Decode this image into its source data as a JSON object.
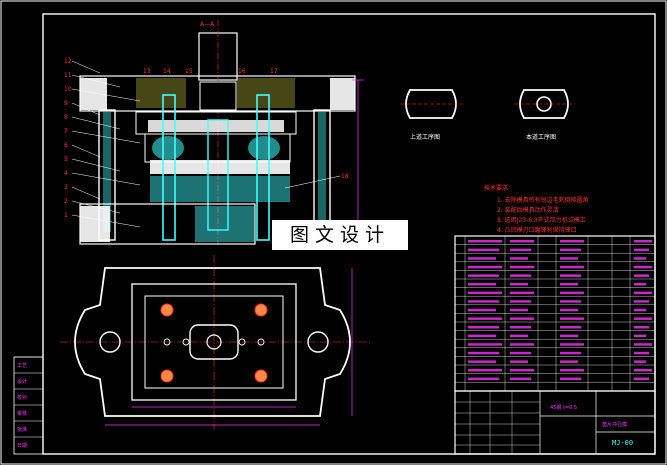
{
  "drawing": {
    "section_label": "A—A",
    "callouts_left": [
      "12",
      "11",
      "10",
      "9",
      "8",
      "7",
      "6",
      "5",
      "4",
      "3",
      "2",
      "1"
    ],
    "callouts_top": [
      "13",
      "14",
      "15",
      "16",
      "17"
    ],
    "callout_right": "18"
  },
  "process": {
    "top_label": "上道工序图",
    "current_label": "本道工序图"
  },
  "tech_req": {
    "title": "技术要求",
    "items": [
      "1. 去除模具所有锐边毛刺倒棱圆角",
      "2. 装配后模具动作灵活",
      "3. 选用J23-6.3开式压力机试模工",
      "4. 凸凹模刃口磨锋利保持锋口"
    ]
  },
  "watermark": "图文设计",
  "title_block": {
    "material_note": "45钢 t=0.5",
    "drawing_name": "垫片冲孔模",
    "drawing_no": "MJ-00"
  },
  "left_block": [
    "工艺",
    "设计",
    "校对",
    "审核",
    "批准",
    "日期"
  ]
}
